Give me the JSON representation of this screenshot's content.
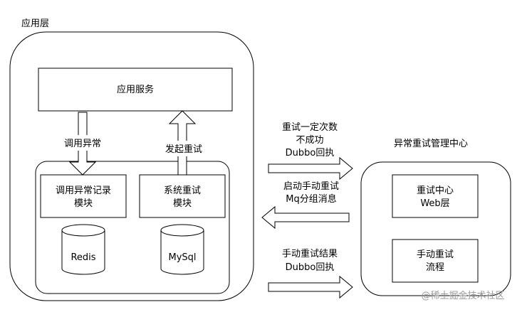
{
  "app_layer": {
    "title": "应用层",
    "service": "应用服务",
    "call_exception": "调用异常",
    "initiate_retry": "发起重试",
    "record_module": [
      "调用异常记录",
      "模块"
    ],
    "retry_module": [
      "系统重试",
      "模块"
    ],
    "redis": "Redis",
    "mysql": "MySql"
  },
  "arrows": {
    "retry_failed": [
      "重试一定次数",
      "不成功",
      "Dubbo回执"
    ],
    "manual_trigger": [
      "启动手动重试",
      "Mq分组消息"
    ],
    "manual_result": [
      "手动重试结果",
      "Dubbo回执"
    ]
  },
  "center": {
    "title": "异常重试管理中心",
    "web_layer": [
      "重试中心",
      "Web层"
    ],
    "manual_flow": [
      "手动重试",
      "流程"
    ]
  },
  "watermark": "@稀土掘金技术社区",
  "colors": {
    "stroke": "#000000",
    "background": "#ffffff",
    "watermark": "#9a9a9a"
  }
}
